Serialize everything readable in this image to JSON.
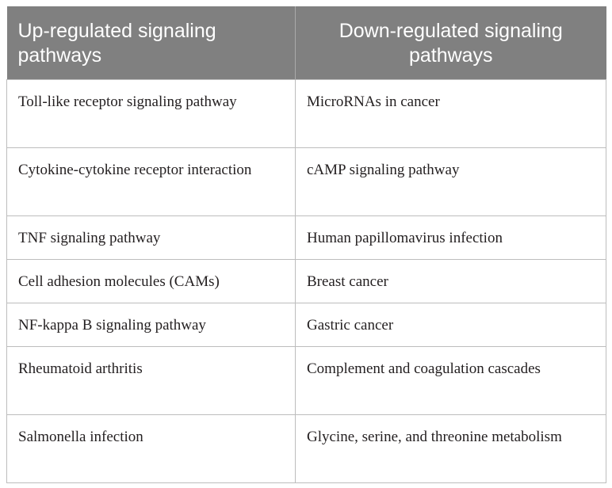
{
  "table": {
    "headers": [
      "Up-regulated signaling pathways",
      "Down-regulated signaling pathways"
    ],
    "rows": [
      [
        "Toll-like receptor signaling pathway",
        "MicroRNAs in cancer"
      ],
      [
        "Cytokine-cytokine receptor interaction",
        "cAMP signaling pathway"
      ],
      [
        "TNF signaling pathway",
        "Human papillomavirus infection"
      ],
      [
        "Cell adhesion molecules (CAMs)",
        "Breast cancer"
      ],
      [
        "NF-kappa B signaling pathway",
        "Gastric cancer"
      ],
      [
        "Rheumatoid arthritis",
        "Complement and coagulation cascades"
      ],
      [
        "Salmonella infection",
        "Glycine, serine, and threonine metabolism"
      ]
    ]
  }
}
